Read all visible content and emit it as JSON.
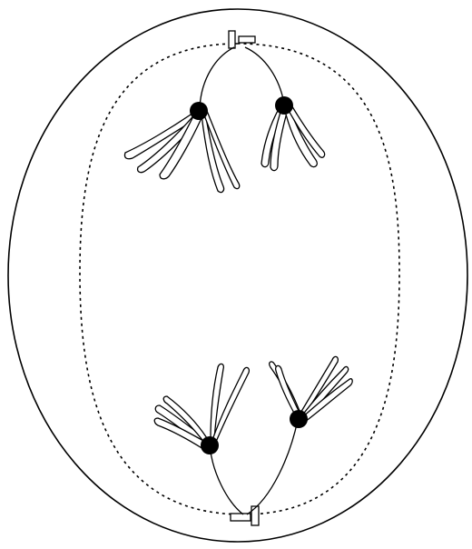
{
  "diagram": {
    "subject": "cell-division-anaphase",
    "labels": [],
    "colors": {
      "line": "#000000",
      "background": "#ffffff"
    },
    "icons": {
      "centromere": "filled-circle",
      "centriole": "paired-rectangles"
    }
  }
}
